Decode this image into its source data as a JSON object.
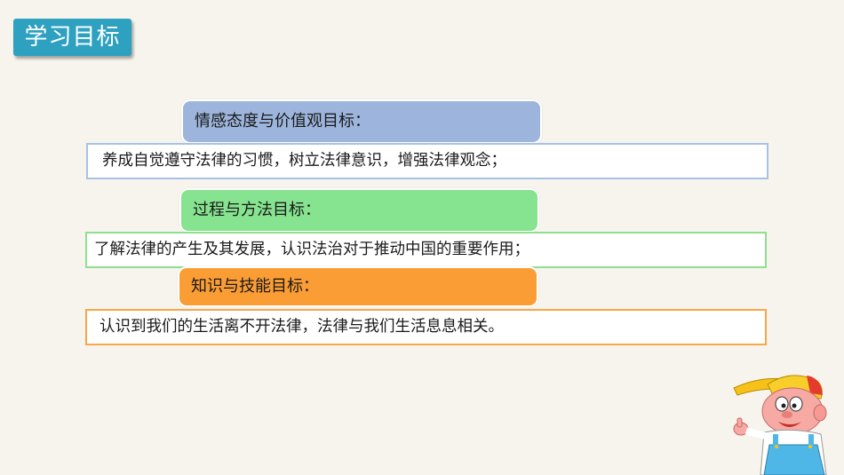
{
  "slide": {
    "title": "学习目标",
    "sections": [
      {
        "heading": "情感态度与价值观目标：",
        "content": "养成自觉遵守法律的习惯，树立法律意识，增强法律观念；",
        "heading_color": "#9db5dc",
        "border_color": "#a8c2e6"
      },
      {
        "heading": "过程与方法目标：",
        "content": "了解法律的产生及其发展，认识法治对于推动中国的重要作用；",
        "heading_color": "#86e38f",
        "border_color": "#8ee08e"
      },
      {
        "heading": "知识与技能目标：",
        "content": "认识到我们的生活离不开法律，法律与我们生活息息相关。",
        "heading_color": "#fb9d35",
        "border_color": "#f7a64a"
      }
    ],
    "accent_color": "#2ea0c0",
    "decoration": "cartoon-boy-thumbs-up"
  }
}
